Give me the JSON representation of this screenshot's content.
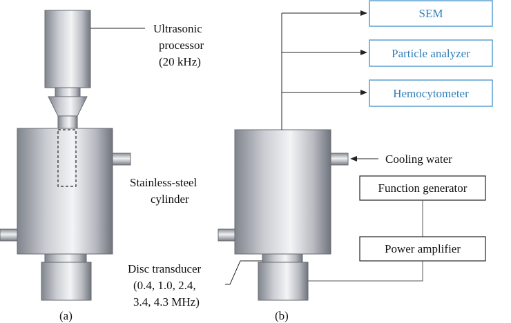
{
  "panel_a": {
    "caption": "(a)",
    "processor_label": [
      "Ultrasonic",
      "processor",
      "(20 kHz)"
    ],
    "cylinder_label": [
      "Stainless-steel",
      "cylinder"
    ],
    "transducer_label": [
      "Disc transducer",
      "(0.4, 1.0, 2.4,",
      "3.4, 4.3 MHz)"
    ]
  },
  "panel_b": {
    "caption": "(b)",
    "analysis_boxes": [
      "SEM",
      "Particle analyzer",
      "Hemocytometer"
    ],
    "cooling_label": "Cooling water",
    "function_generator": "Function generator",
    "power_amplifier": "Power amplifier"
  },
  "colors": {
    "metal_dark": "#7c8088",
    "metal_light": "#f2f3f5",
    "analysis_box_border": "#5a9fd0",
    "analysis_text": "#2f7fb8"
  }
}
